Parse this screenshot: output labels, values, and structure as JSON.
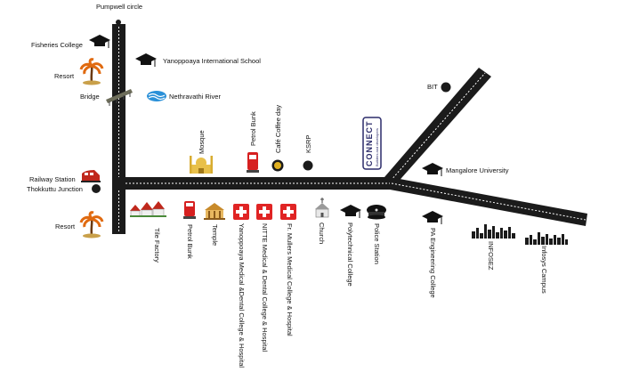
{
  "landmarks": {
    "pumpwell": "Pumpwell circle",
    "fisheries": "Fisheries College",
    "yanoppoaya_school": "Yanoppoaya International School",
    "resort_top": "Resort",
    "bridge": "Bridge",
    "river": "Nethravathi River",
    "railway": "Railway Station",
    "thokkuttu": "Thokkuttu Junction",
    "resort_bottom": "Resort",
    "mosque": "Mosque",
    "petrol_bunk_top": "Petrol Bunk",
    "cafe": "Café Coffee day",
    "ksrp": "KSRP",
    "bit": "BIT",
    "mangalore_university": "Mangalore University",
    "tile_factory": "Tile Factory",
    "petrol_bunk_bottom": "Petrol Bunk",
    "temple": "Temple",
    "yenopoya_medical": "Yanoppoaya Medical &Dental College & Hospital",
    "nitte_medical": "NITTE Medical & Dental College & Hospital",
    "fr_mullers": "Fr. Mullers Medical College & Hospital",
    "church": "Church",
    "polytechnical": "Polytechnical College",
    "police_station": "Police Station",
    "pa_engineering": "PA Engineering College",
    "infosez": "INFOSEZ",
    "infosys": "Infosys Campus"
  },
  "connect_logo": {
    "brand": "CONNECT",
    "tagline": "Builders and developers"
  },
  "colors": {
    "road": "#1b1b1b",
    "road_line": "#ffffff",
    "hospital": "#e02424",
    "petrol": "#d62020",
    "river": "#2a90d8"
  }
}
